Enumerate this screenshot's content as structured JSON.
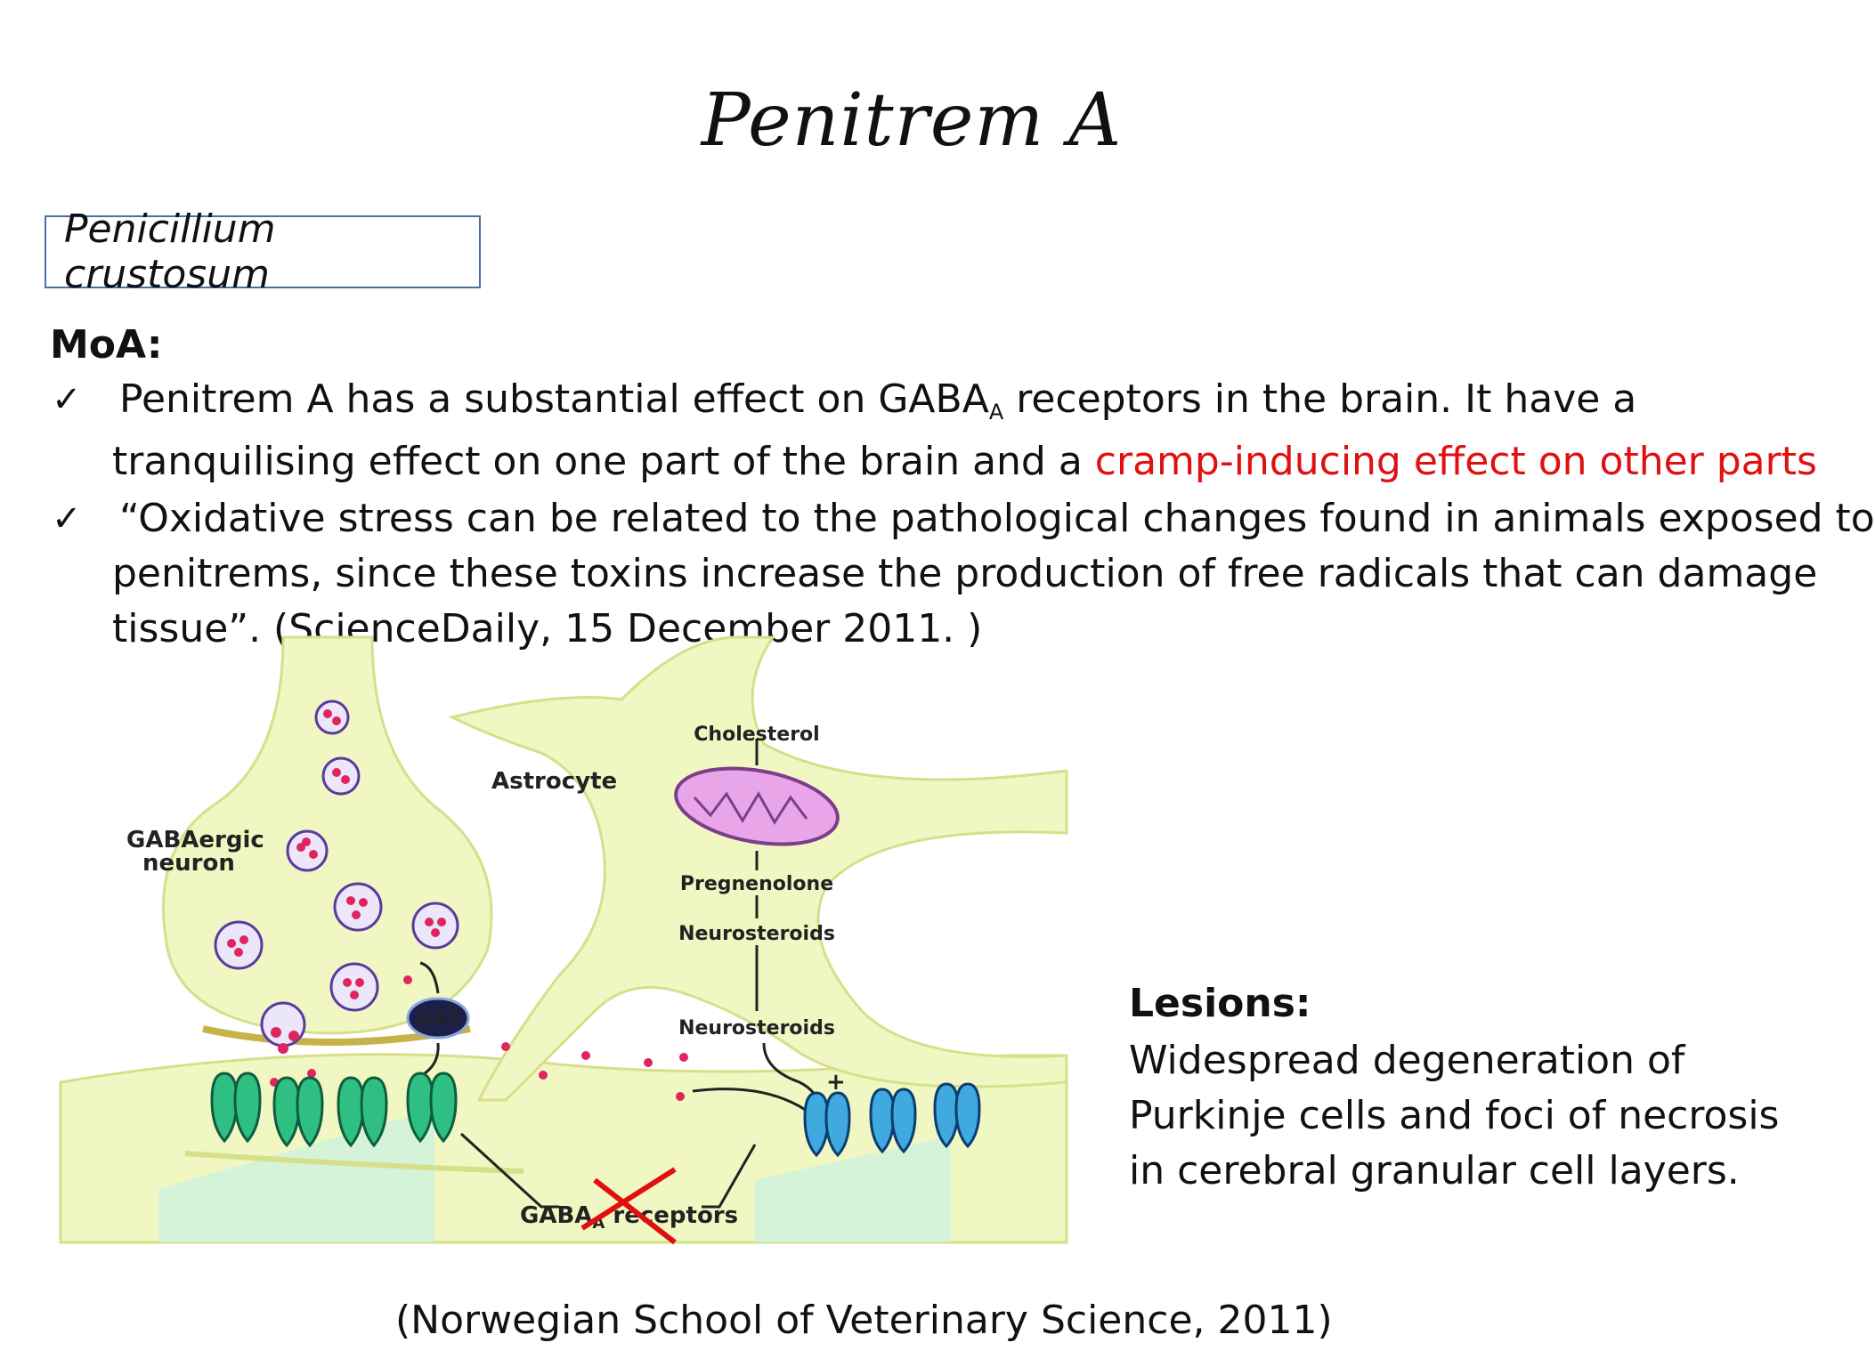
{
  "slide": {
    "title": "Penitrem A",
    "species": "Penicillium crustosum",
    "moa_heading": "MoA:",
    "bullets": {
      "b1_l1_part1": "Penitrem A has a substantial effect on GABA",
      "b1_l1_sub": "A",
      "b1_l1_part2": " receptors in the brain. It have a",
      "b1_l2_plain": "tranquilising effect on one part of the brain and a ",
      "b1_l2_red": "cramp-inducing effect on other parts",
      "b2_l1": "“Oxidative stress can be related to the pathological changes found in animals exposed to",
      "b2_l2": "penitrems, since these toxins increase the production of free radicals that can damage",
      "b2_l3": "tissue”. (ScienceDaily, 15 December 2011. )"
    },
    "lesions": {
      "heading": "Lesions:",
      "line1": "Widespread degeneration of",
      "line2": "Purkinje cells and foci of necrosis",
      "line3": "in cerebral granular cell layers."
    },
    "caption": "(Norwegian School of Veterinary Science, 2011)",
    "colors": {
      "emphasis": "#e01010",
      "box_border": "#4a6fa5",
      "cell_fill": "#f1f7c2",
      "receptor_green": "#2fbf83",
      "receptor_blue": "#3fa9e0"
    }
  },
  "figure": {
    "labels": {
      "gabaergic_1": "GABAergic",
      "gabaergic_2": "neuron",
      "astrocyte": "Astrocyte",
      "cholesterol": "Cholesterol",
      "pregnenolone": "Pregnenolone",
      "neurosteroids_1": "Neurosteroids",
      "neurosteroids_2": "Neurosteroids",
      "gat": "GAT",
      "plus": "+",
      "receptors_prefix": "GABA",
      "receptors_sub": "A",
      "receptors_suffix": " receptors"
    }
  }
}
